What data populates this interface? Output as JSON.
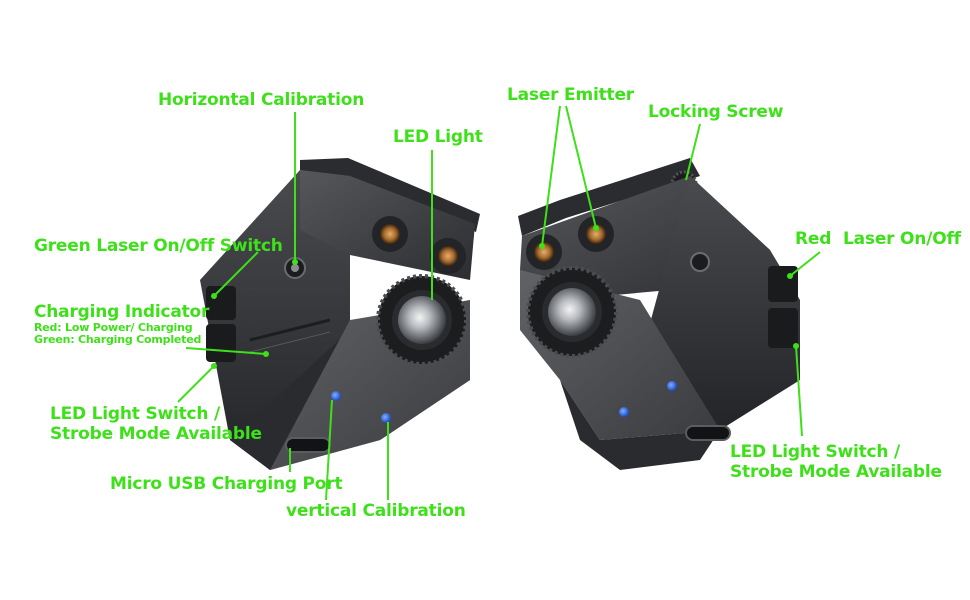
{
  "colors": {
    "label_green": "#3ee01a",
    "body_dark": "#3a3b3e",
    "led_blue": "#1f5bd8",
    "copper": "#b07a3c"
  },
  "labels": {
    "horizontal_calibration": "Horizontal Calibration",
    "led_light": "LED Light",
    "green_laser_switch": "Green Laser On/Off Switch",
    "charging_indicator": "Charging Indicator",
    "charging_red": "Red: Low Power/ Charging",
    "charging_green": "Green: Charging Completed",
    "led_switch_left_1": "LED Light Switch /",
    "led_switch_left_2": "Strobe Mode Available",
    "micro_usb": "Micro USB Charging Port",
    "vertical_calibration": "vertical Calibration",
    "laser_emitter": "Laser Emitter",
    "locking_screw": "Locking Screw",
    "red_word": "Red",
    "laser_on_off": "Laser On/Off",
    "led_switch_right_1": "LED Light Switch /",
    "led_switch_right_2": "Strobe Mode Available"
  }
}
